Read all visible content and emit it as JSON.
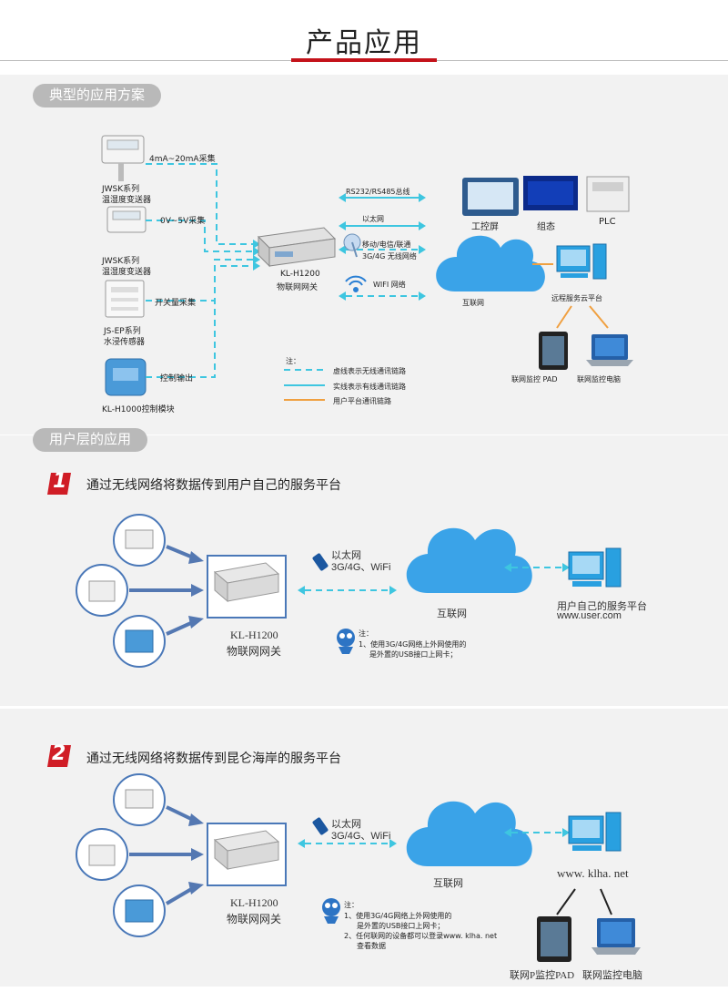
{
  "page": {
    "title": "产品应用"
  },
  "section1": {
    "pill": "典型的应用方案",
    "sensors": [
      {
        "name": "JWSK系列\n温湿度变送器",
        "line1": "JWSK系列",
        "line2": "温湿度变送器",
        "link": "4mA~20mA采集"
      },
      {
        "name": "JWSK系列\n温湿度变送器",
        "line1": "JWSK系列",
        "line2": "温湿度变送器",
        "link": "0V~5V采集"
      },
      {
        "line1": "JS-EP系列",
        "line2": "水浸传感器",
        "link": "开关量采集"
      },
      {
        "line1": "KL-H1000控制模块",
        "line2": "",
        "link": "控制输出"
      }
    ],
    "gateway": {
      "line1": "KL-H1200",
      "line2": "物联网网关"
    },
    "links": [
      "RS232/RS485总线",
      "以太网",
      "移动/电信/联通",
      "3G/4G 无线网络",
      "WIFI 网络"
    ],
    "cloud_label": "互联网",
    "devices": [
      "工控屏",
      "组态",
      "PLC"
    ],
    "cloud_platform": "远程服务云平台",
    "clients": [
      "联网监控 PAD",
      "联网监控电脑"
    ],
    "legend": {
      "title": "注：",
      "items": [
        "虚线表示无线通讯链路",
        "实线表示有线通讯链路",
        "用户平台通讯链路"
      ]
    },
    "colors": {
      "wireless": "#3ec6e0",
      "wired": "#3ec6e0",
      "platform": "#f0a040"
    }
  },
  "section2": {
    "pill": "用户层的应用",
    "case1": {
      "number": "1",
      "heading": "通过无线网络将数据传到用户自己的服务平台",
      "gateway_line1": "KL-H1200",
      "gateway_line2": "物联网网关",
      "link1": "以太网",
      "link2": "3G/4G、WiFi",
      "cloud": "互联网",
      "server_line1": "用户自己的服务平台",
      "server_line2": "www.user.com",
      "note_title": "注：",
      "note_lines": [
        "1、使用3G/4G网络上外网使用的",
        "是外置的USB接口上网卡；"
      ]
    },
    "case2": {
      "number": "2",
      "heading": "通过无线网络将数据传到昆仑海岸的服务平台",
      "gateway_line1": "KL-H1200",
      "gateway_line2": "物联网网关",
      "link1": "以太网",
      "link2": "3G/4G、WiFi",
      "cloud": "互联网",
      "server": "www. klha. net",
      "note_title": "注：",
      "note_lines": [
        "1、使用3G/4G网络上外网使用的",
        "是外置的USB接口上网卡；",
        "2、任何联网的设备都可以登录www. klha. net",
        "查看数据"
      ],
      "clients": [
        "联网P监控PAD",
        "联网监控电脑"
      ]
    }
  }
}
